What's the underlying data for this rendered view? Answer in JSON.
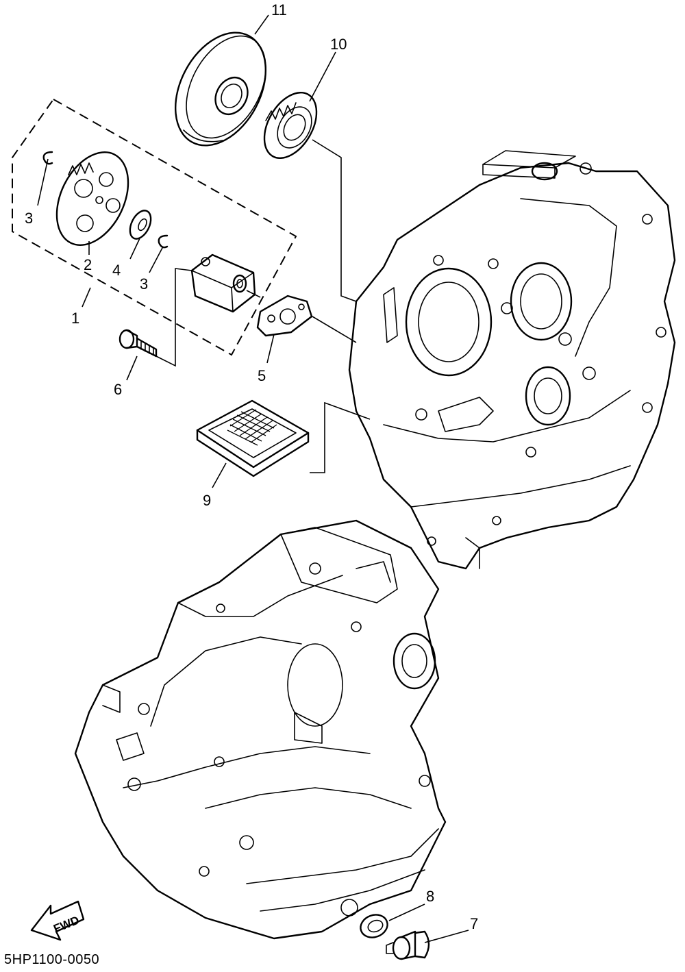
{
  "diagram": {
    "code": "5HP1100-0050",
    "forward_label": "FWD",
    "callouts": [
      "1",
      "2",
      "3",
      "3",
      "4",
      "5",
      "6",
      "7",
      "8",
      "9",
      "10",
      "11"
    ]
  },
  "colors": {
    "line": "#000000",
    "background": "#ffffff"
  },
  "icons": {
    "forward": "forward-arrow-icon"
  }
}
